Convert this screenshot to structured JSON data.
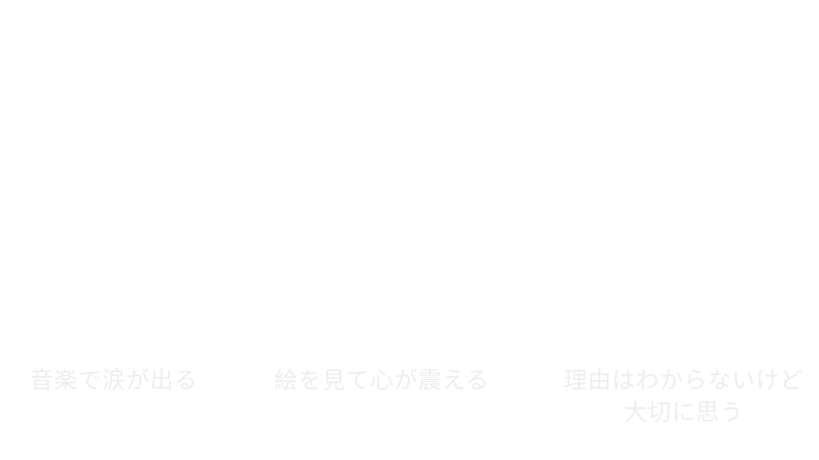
{
  "captions": [
    "音楽で涙が出る",
    "絵を見て心が震える",
    "理由はわからないけど大切に思う"
  ],
  "caption3_lines": [
    "理由はわからないけど",
    "大切に思う"
  ],
  "colors": {
    "background": "#ffffff",
    "text": "#eeeeee"
  }
}
